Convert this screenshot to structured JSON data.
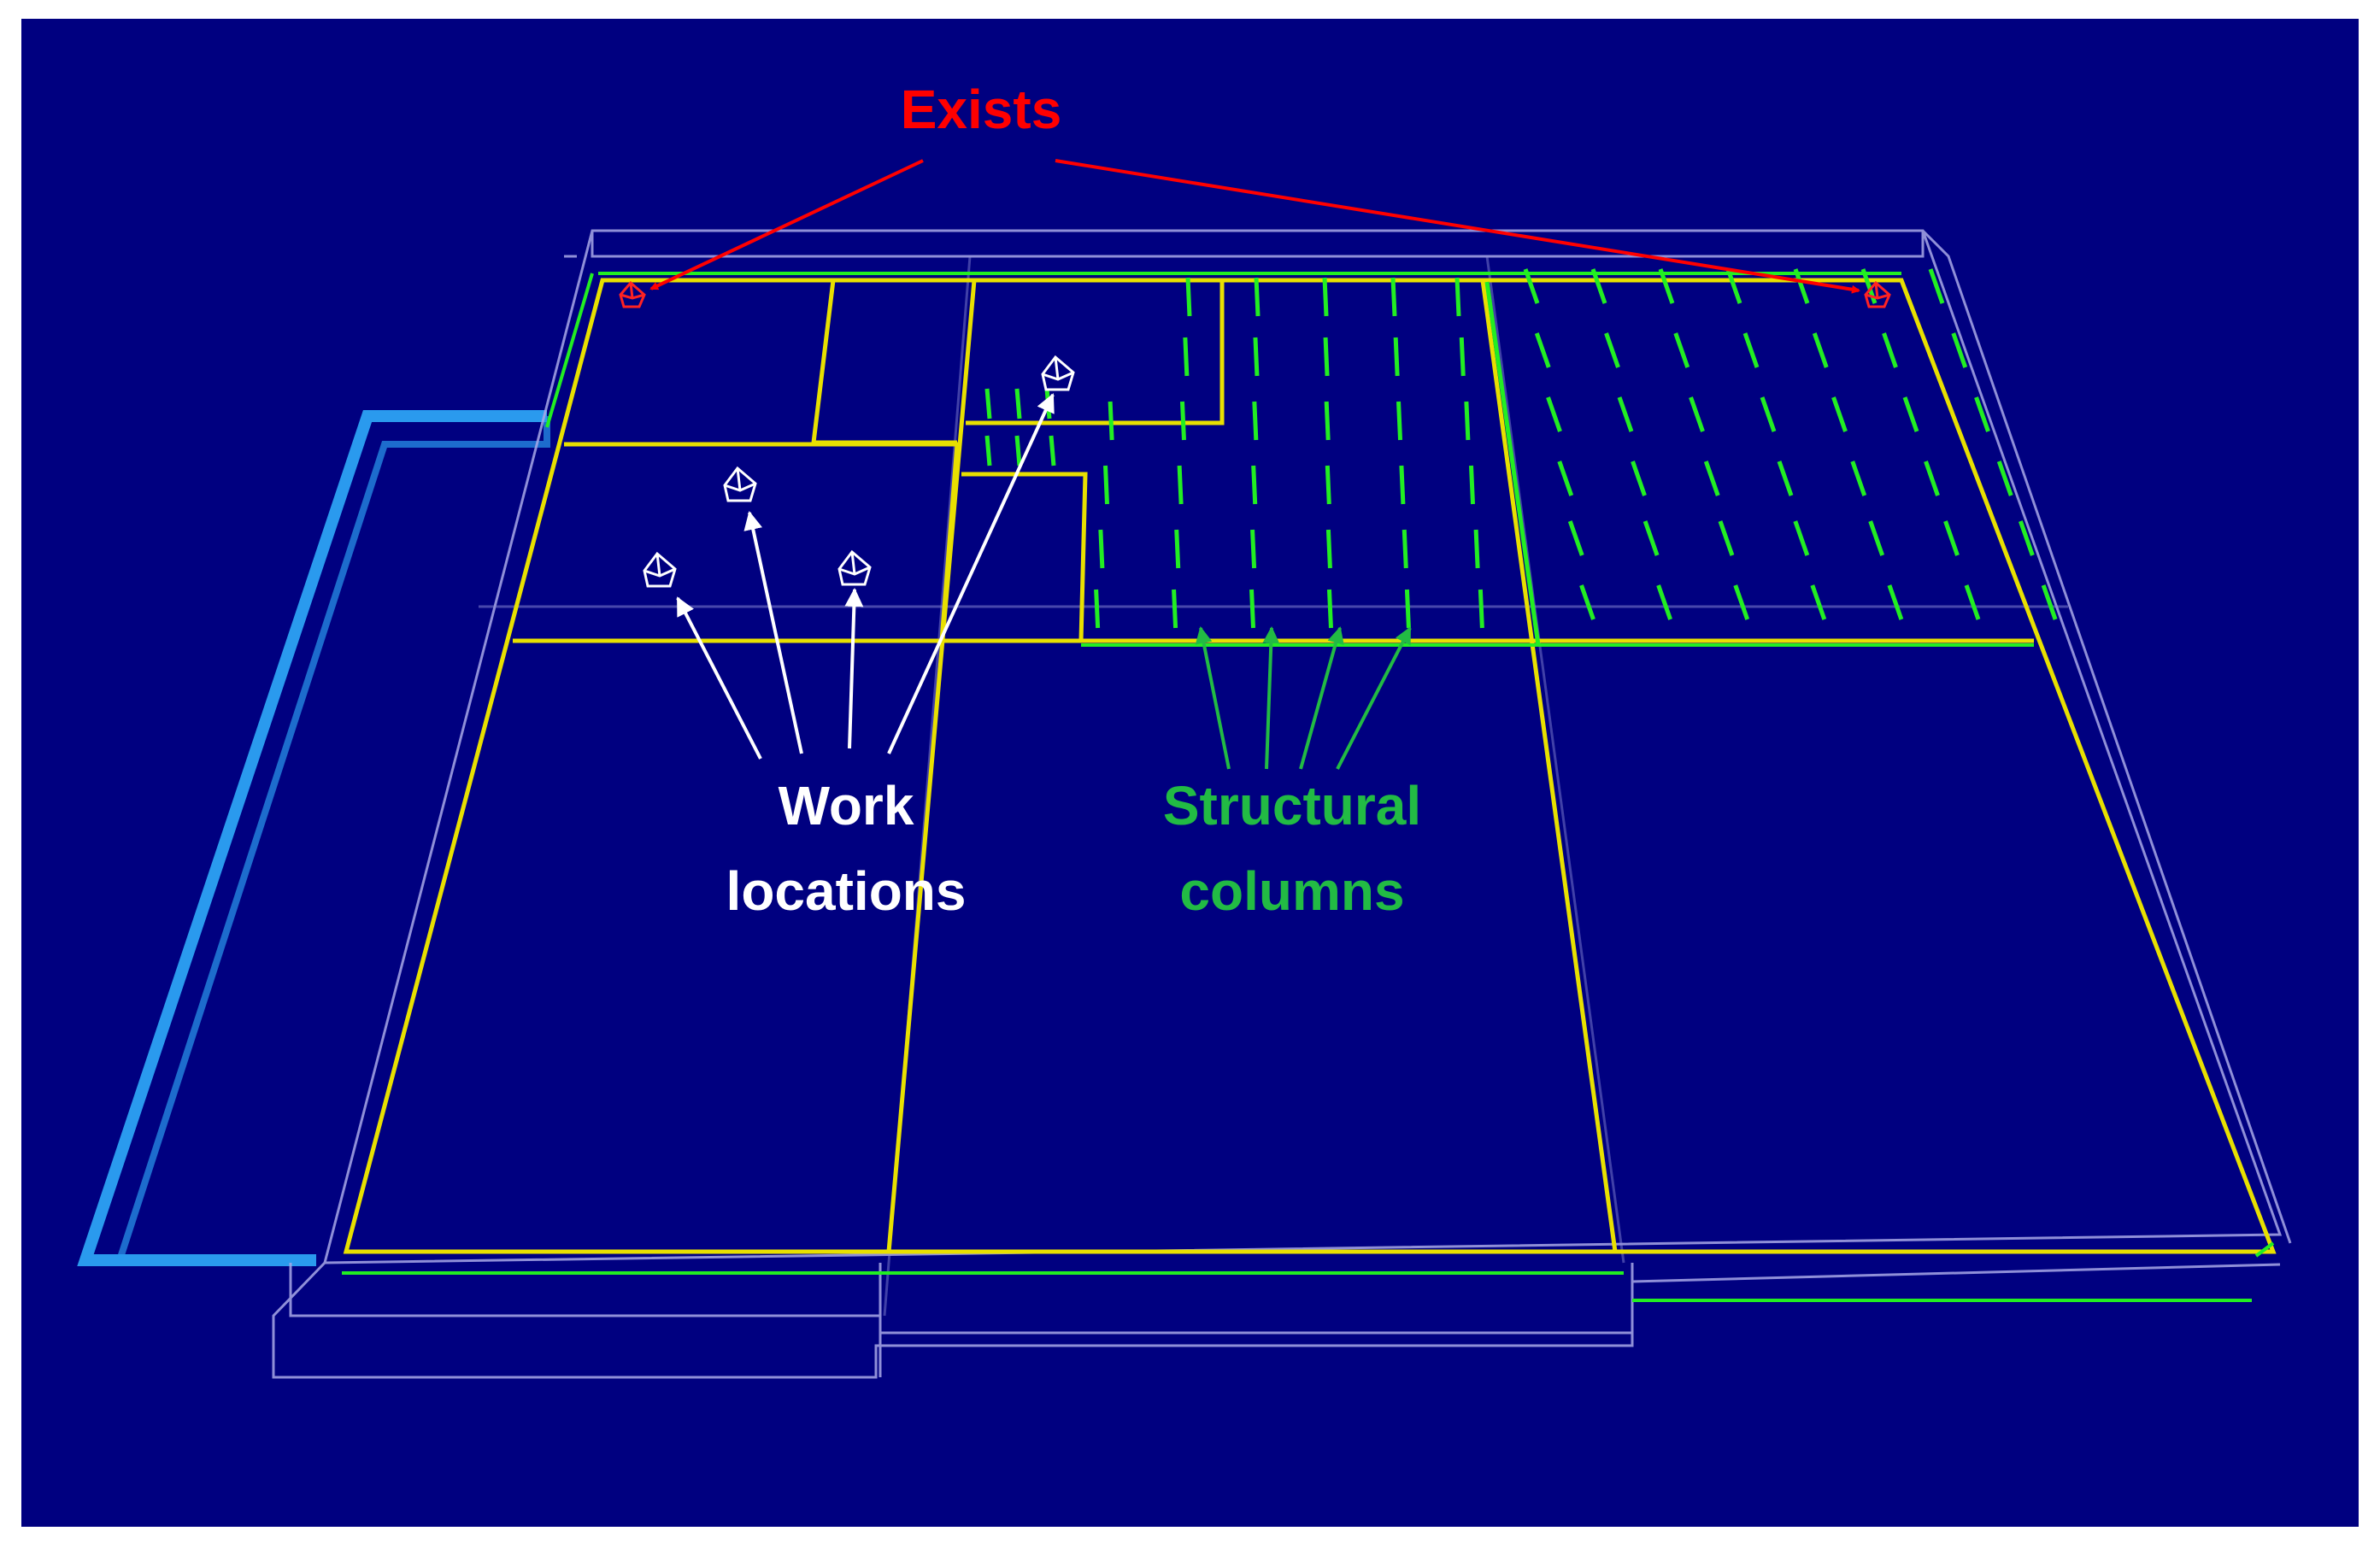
{
  "annotations": {
    "exits": {
      "text": "Exists",
      "color": "#ff0000"
    },
    "work_locations": {
      "line1": "Work",
      "line2": "locations",
      "color": "#ffffff"
    },
    "structural_columns": {
      "line1": "Structural",
      "line2": "columns",
      "color": "#22bb44"
    }
  },
  "colors": {
    "background": "#000080",
    "room_outline": "#e8e000",
    "slab_outline": "#a8a8e8",
    "column_line": "#22ee22",
    "bridge": "#2a9aee",
    "exit_marker": "#ff2222",
    "work_marker": "#ffffff"
  },
  "icons": {
    "exit_marker": "exit-marker-icon",
    "work_marker": "work-location-marker-icon"
  }
}
